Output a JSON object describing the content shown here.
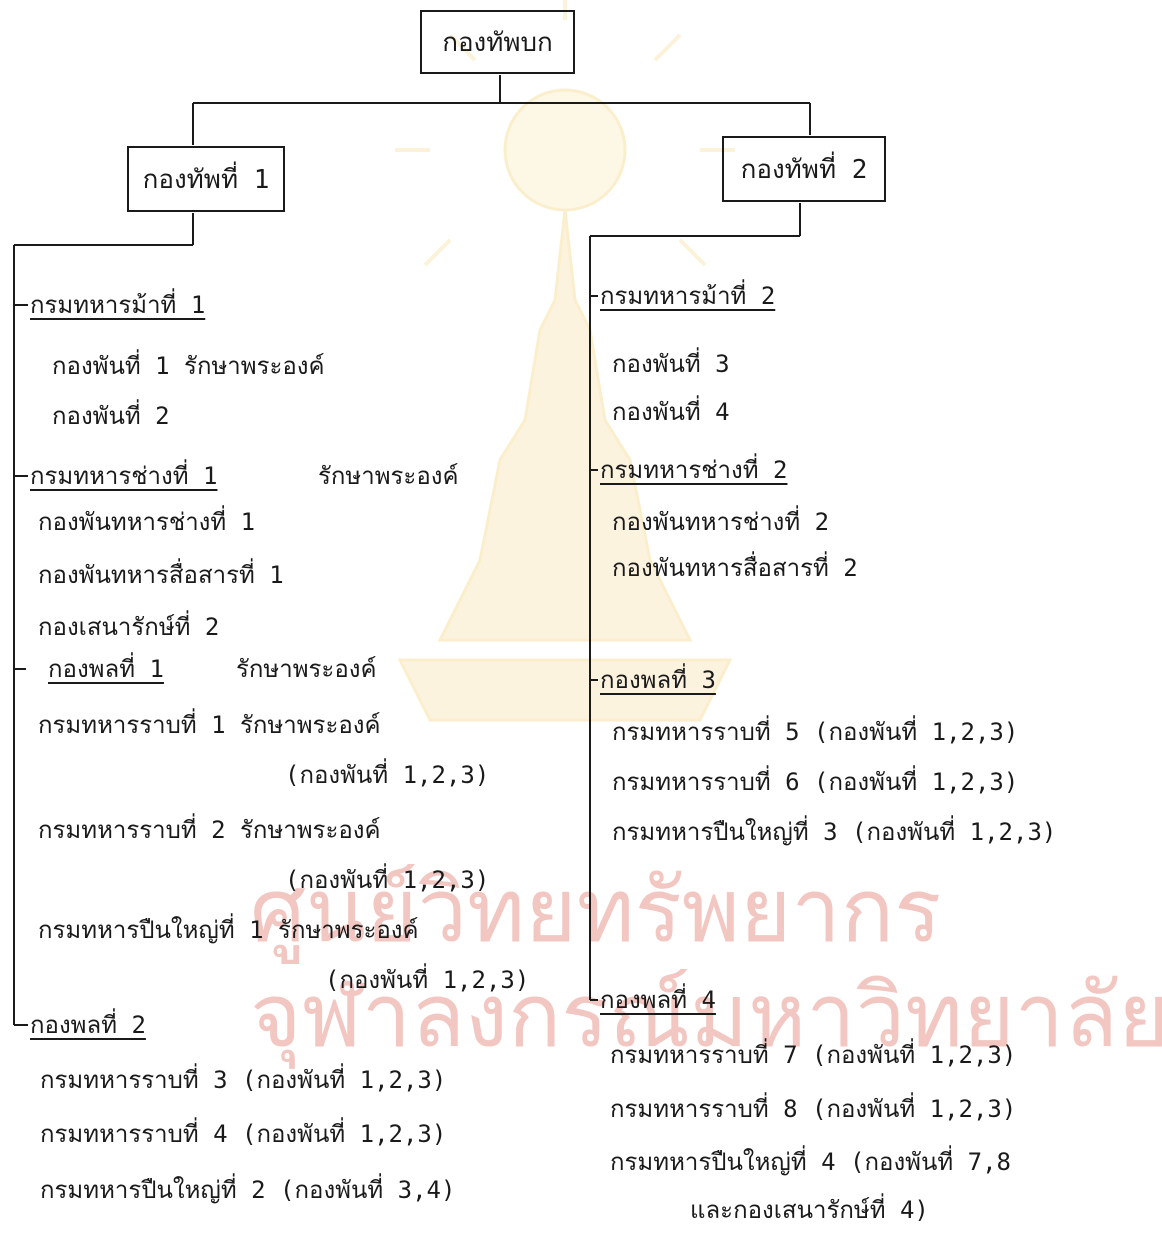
{
  "watermark": {
    "line1": "ศูนย์วิทยทรัพยากร",
    "line2": "จุฬาลงกรณ์มหาวิทยาลัย"
  },
  "root": {
    "label": "กองทัพบก"
  },
  "army1": {
    "label": "กองทัพที่ 1",
    "cavalry": {
      "heading": "กรมทหารม้าที่ 1",
      "items": [
        "กองพันที่ 1 รักษาพระองค์",
        "กองพันที่ 2"
      ]
    },
    "engineers": {
      "heading": "กรมทหารช่างที่ 1",
      "suffix": "รักษาพระองค์",
      "items": [
        "กองพันทหารช่างที่ 1",
        "กองพันทหารสื่อสารที่ 1",
        "กองเสนารักษ์ที่ 2"
      ]
    },
    "div1": {
      "heading": "กองพลที่ 1",
      "suffix": "รักษาพระองค์",
      "items": [
        "กรมทหารราบที่ 1 รักษาพระองค์",
        "(กองพันที่ 1,2,3)",
        "กรมทหารราบที่ 2 รักษาพระองค์",
        "(กองพันที่ 1,2,3)",
        "กรมทหารปืนใหญ่ที่ 1 รักษาพระองค์",
        "(กองพันที่ 1,2,3)"
      ]
    },
    "div2": {
      "heading": "กองพลที่ 2",
      "items": [
        "กรมทหารราบที่ 3 (กองพันที่ 1,2,3)",
        "กรมทหารราบที่ 4 (กองพันที่ 1,2,3)",
        "กรมทหารปืนใหญ่ที่ 2 (กองพันที่ 3,4)"
      ]
    }
  },
  "army2": {
    "label": "กองทัพที่ 2",
    "cavalry": {
      "heading": "กรมทหารม้าที่ 2",
      "items": [
        "กองพันที่ 3",
        "กองพันที่ 4"
      ]
    },
    "engineers": {
      "heading": "กรมทหารช่างที่ 2",
      "items": [
        "กองพันทหารช่างที่ 2",
        "กองพันทหารสื่อสารที่ 2"
      ]
    },
    "div3": {
      "heading": "กองพลที่ 3",
      "items": [
        "กรมทหารราบที่ 5 (กองพันที่ 1,2,3)",
        "กรมทหารราบที่ 6 (กองพันที่ 1,2,3)",
        "กรมทหารปืนใหญ่ที่ 3 (กองพันที่ 1,2,3)"
      ]
    },
    "div4": {
      "heading": "กองพลที่ 4",
      "items": [
        "กรมทหารราบที่ 7 (กองพันที่ 1,2,3)",
        "กรมทหารราบที่ 8 (กองพันที่ 1,2,3)",
        "กรมทหารปืนใหญ่ที่ 4 (กองพันที่ 7,8",
        "และกองเสนารักษ์ที่ 4)"
      ]
    }
  }
}
